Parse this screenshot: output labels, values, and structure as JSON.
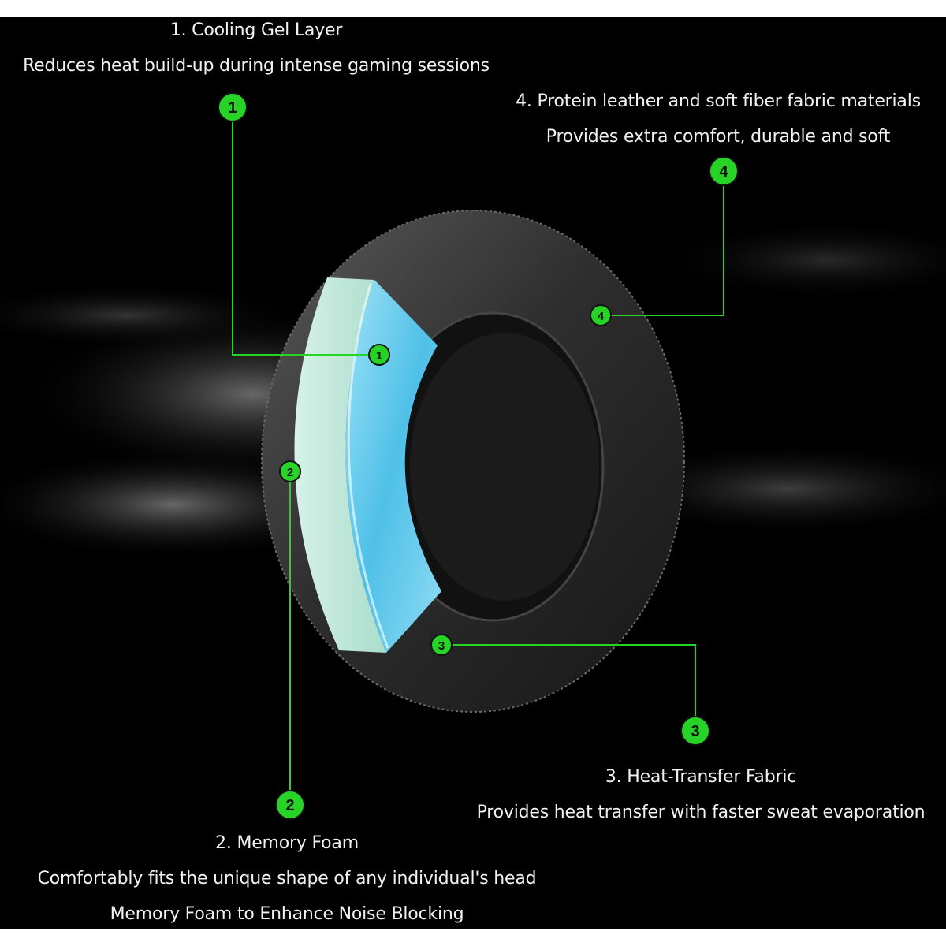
{
  "colors": {
    "background": "#000000",
    "accent_green": "#27d327",
    "text": "#f2f2f2",
    "gel_blue": "#6fd0ef",
    "foam_mint": "#bfe9dc",
    "fabric_gray": "#3a3a3a"
  },
  "callouts": [
    {
      "number": "1",
      "title": "1. Cooling Gel Layer",
      "description": "Reduces heat build-up during intense gaming sessions"
    },
    {
      "number": "2",
      "title": "2. Memory Foam",
      "description": "Comfortably fits the unique shape of any individual's head",
      "description2": "Memory Foam to Enhance Noise Blocking"
    },
    {
      "number": "3",
      "title": "3. Heat-Transfer Fabric",
      "description": "Provides heat transfer with faster sweat evaporation"
    },
    {
      "number": "4",
      "title": "4. Protein leather and soft fiber fabric materials",
      "description": "Provides extra comfort, durable and soft"
    }
  ]
}
